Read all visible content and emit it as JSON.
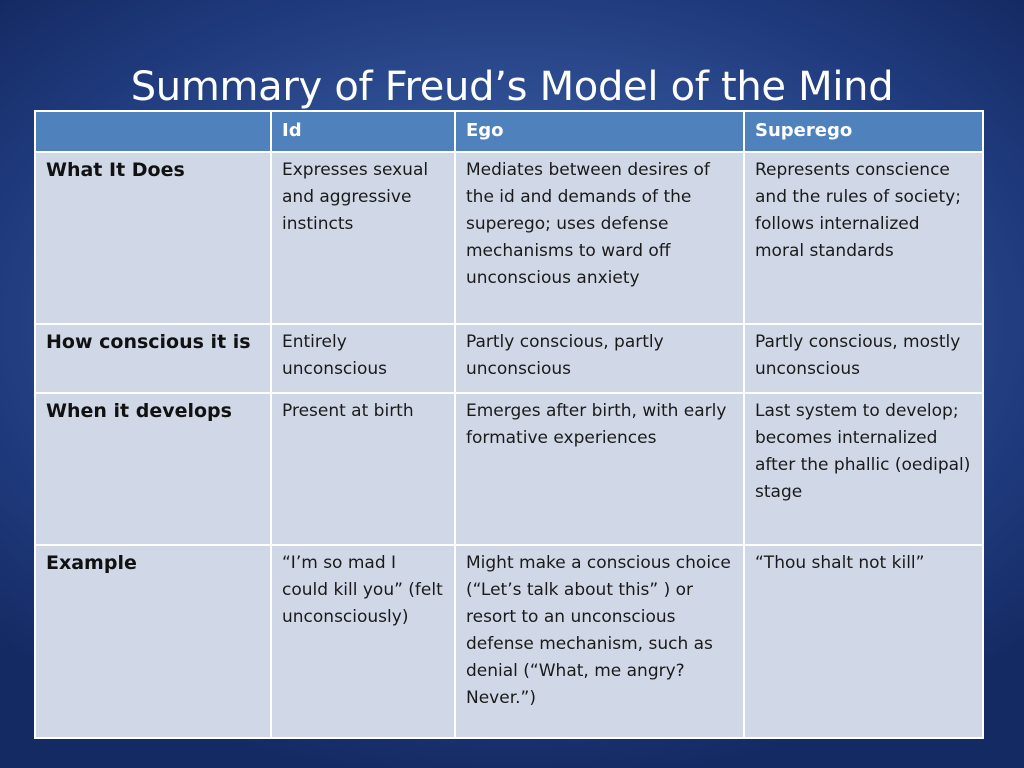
{
  "slide": {
    "title": "Summary of Freud’s Model of the Mind"
  },
  "table": {
    "headers": [
      "",
      "Id",
      "Ego",
      "Superego"
    ],
    "rows": [
      {
        "label": "What It Does",
        "cells": [
          "Expresses sexual and aggressive instincts",
          "Mediates between desires of the id and demands of the superego; uses defense mechanisms to ward off unconscious anxiety",
          "Represents conscience and the rules of society; follows internalized moral standards"
        ]
      },
      {
        "label": "How conscious it is",
        "cells": [
          "Entirely unconscious",
          "Partly conscious, partly unconscious",
          "Partly conscious, mostly unconscious"
        ]
      },
      {
        "label": "When it develops",
        "cells": [
          "Present at birth",
          "Emerges after birth, with early formative experiences",
          "Last system to develop; becomes internalized after the phallic (oedipal) stage"
        ]
      },
      {
        "label": "Example",
        "cells": [
          "“I’m so mad I could kill you” (felt unconsciously)",
          "Might make a conscious choice (“Let’s talk about this” ) or resort to an unconscious defense mechanism, such as denial (“What, me angry? Never.”)",
          "“Thou shalt not kill”"
        ]
      }
    ]
  },
  "colors": {
    "header_fill": "#4f81bd",
    "body_fill": "#d0d8e8",
    "background": "#2f4f94"
  }
}
